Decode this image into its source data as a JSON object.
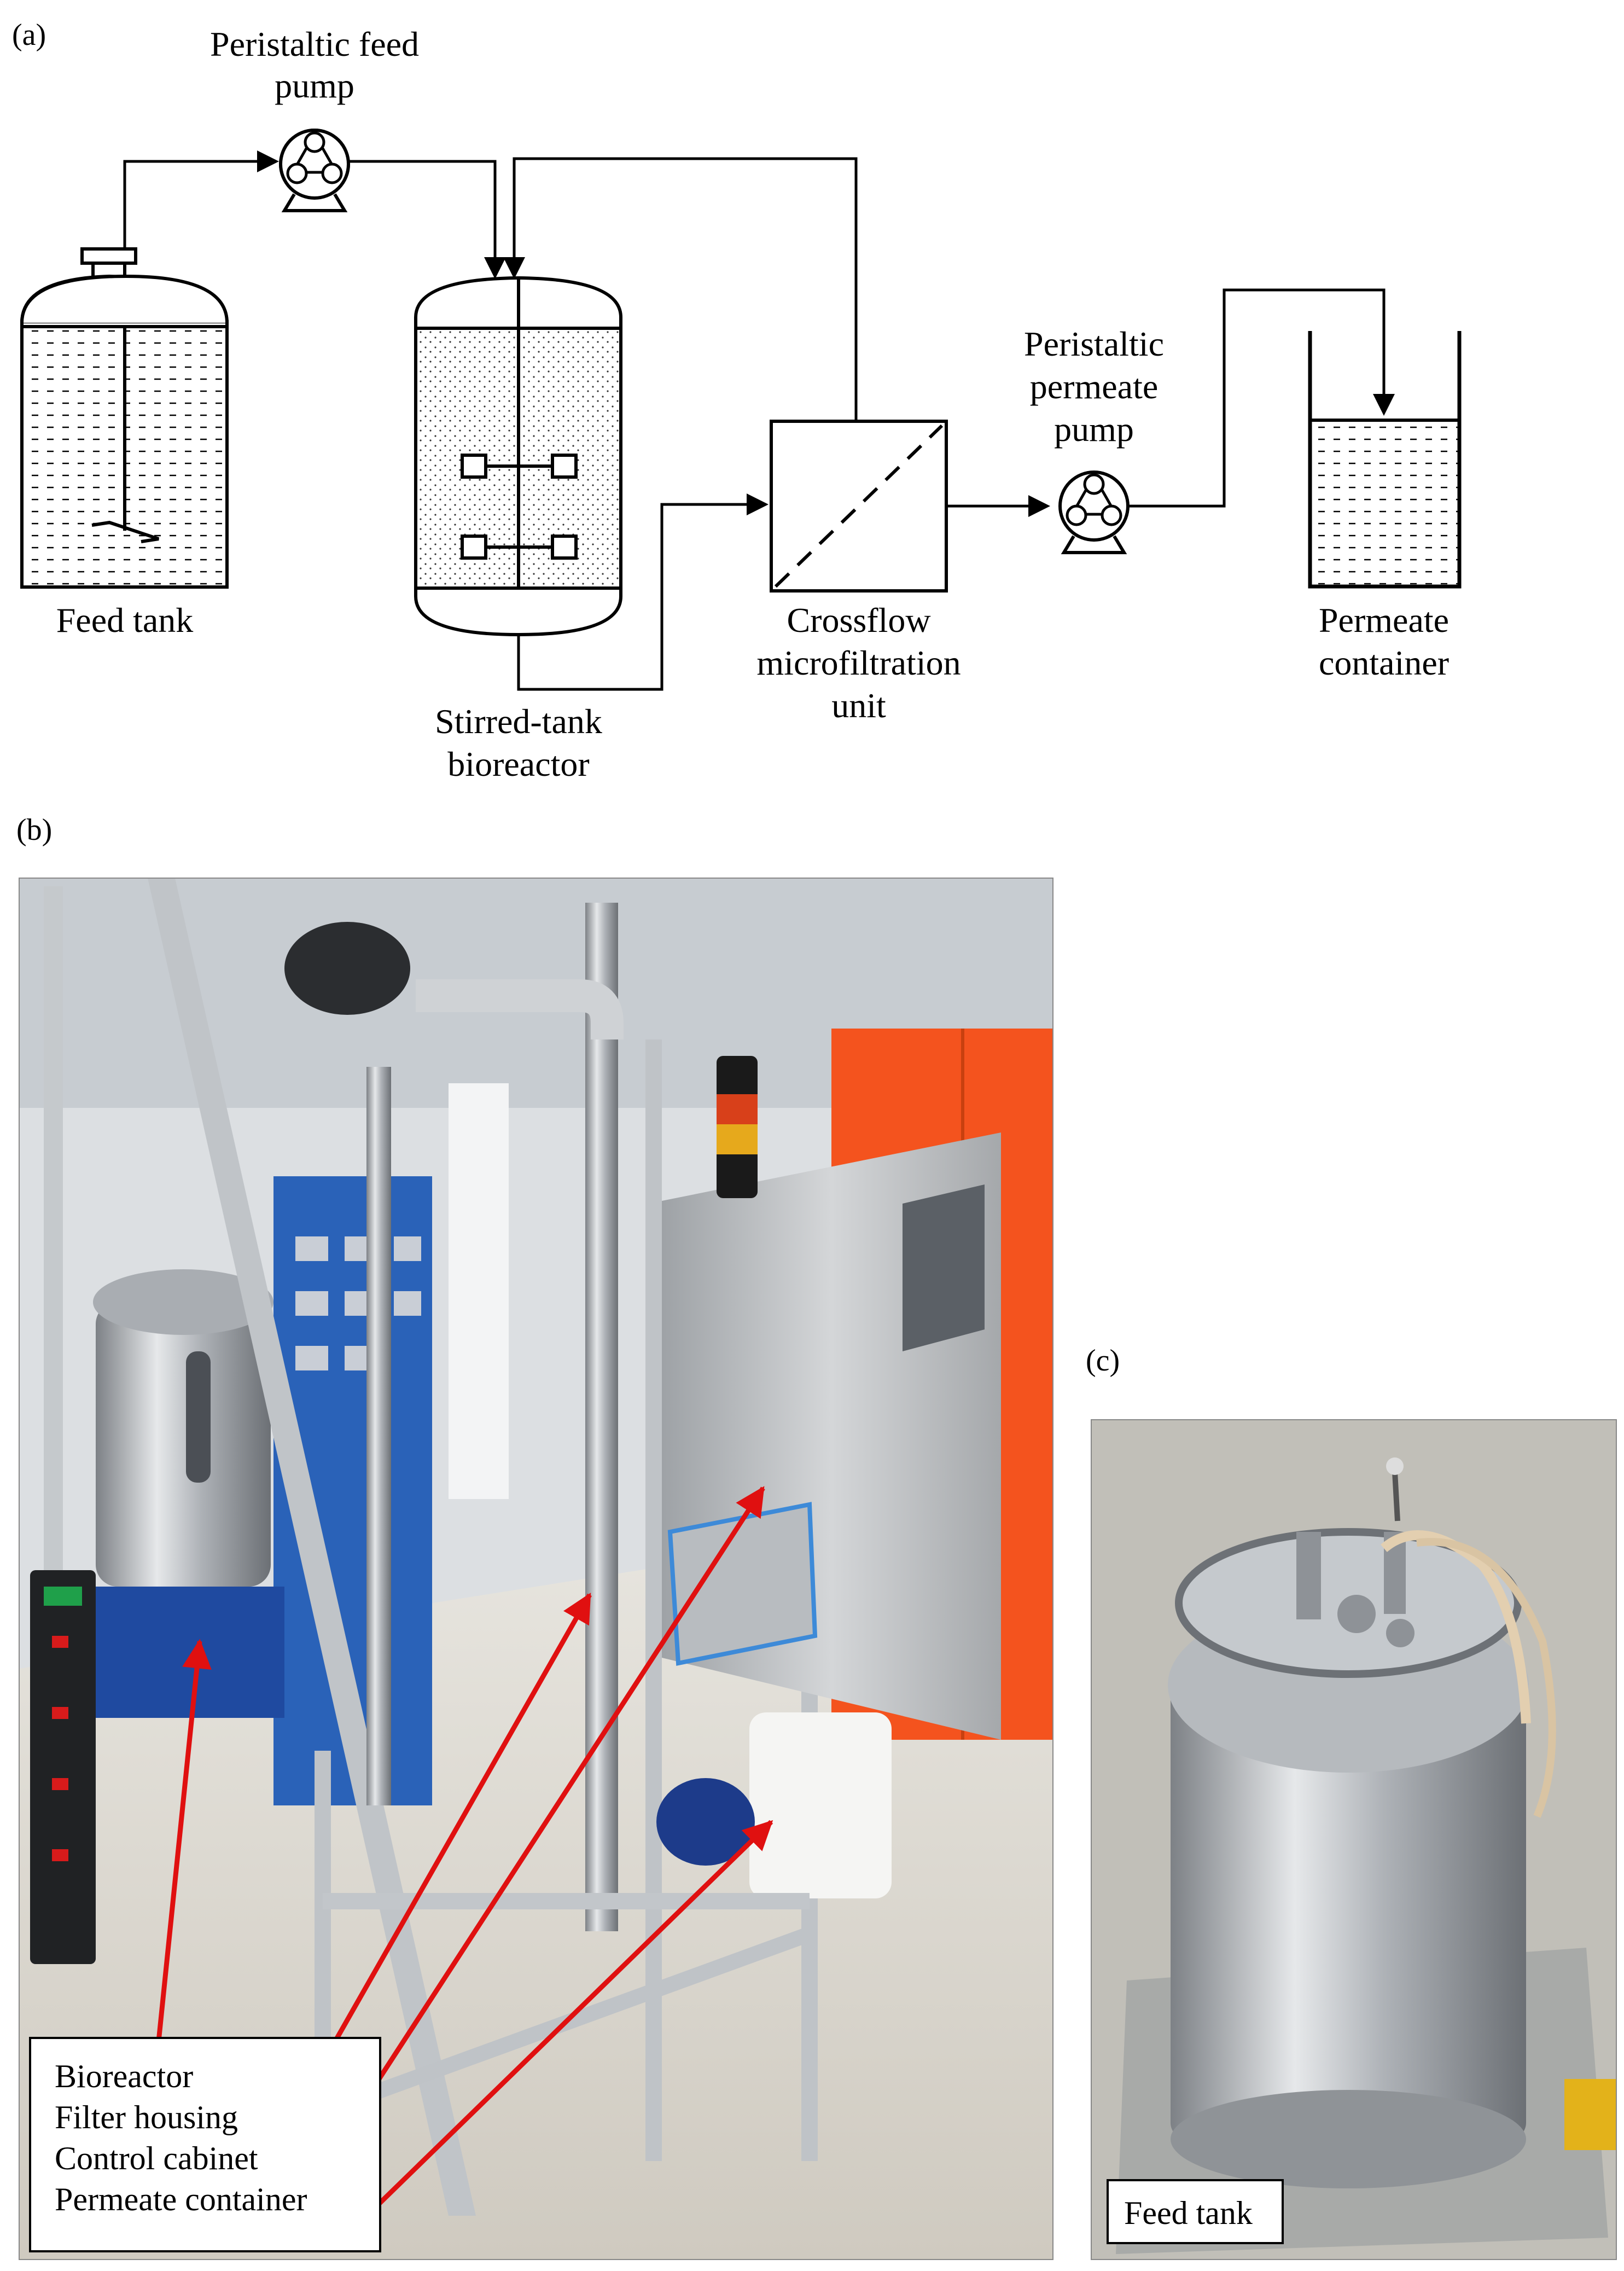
{
  "panel_a": {
    "letter": "(a)",
    "feed_pump_label": [
      "Peristaltic feed",
      "pump"
    ],
    "feed_tank_label": "Feed tank",
    "bioreactor_label": [
      "Stirred-tank",
      "bioreactor"
    ],
    "filtration_label": [
      "Crossflow",
      "microfiltration",
      "unit"
    ],
    "permeate_pump_label": [
      "Peristaltic",
      "permeate",
      "pump"
    ],
    "permeate_container_label": [
      "Permeate",
      "container"
    ]
  },
  "panel_b": {
    "letter": "(b)",
    "callouts": [
      "Bioreactor",
      "Filter housing",
      "Control cabinet",
      "Permeate container"
    ]
  },
  "panel_c": {
    "letter": "(c)",
    "callout": "Feed tank"
  },
  "colors": {
    "line": "#000000",
    "arrow_callout": "#e01010",
    "orange_cabinet": "#f4531e",
    "steel": "#b9bcc0",
    "floor": "#d6d2c8"
  }
}
